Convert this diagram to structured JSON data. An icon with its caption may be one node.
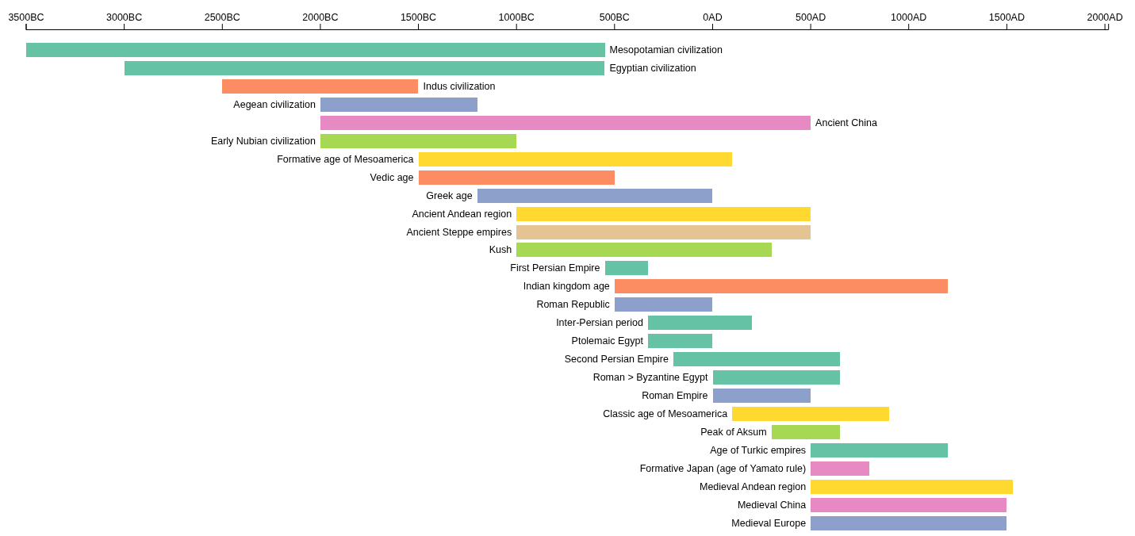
{
  "diagram": {
    "nodes": [
      {
        "text": [],
        "shape": "bar",
        "beside": [
          "Mesopotamian civilization"
        ]
      },
      {
        "text": [],
        "shape": "bar",
        "beside": [
          "Egyptian civilization"
        ]
      },
      {
        "text": [],
        "shape": "bar",
        "beside": [
          "Indus civilization"
        ]
      },
      {
        "text": [],
        "shape": "bar",
        "beside": [
          "Aegean civilization"
        ]
      },
      {
        "text": [],
        "shape": "bar",
        "beside": [
          "Ancient China"
        ]
      },
      {
        "text": [],
        "shape": "bar",
        "beside": [
          "Early Nubian civilization"
        ]
      },
      {
        "text": [],
        "shape": "bar",
        "beside": [
          "Formative age of Mesoamerica"
        ]
      },
      {
        "text": [],
        "shape": "bar",
        "beside": [
          "Vedic age"
        ]
      },
      {
        "text": [],
        "shape": "bar",
        "beside": [
          "Greek age"
        ]
      },
      {
        "text": [],
        "shape": "bar",
        "beside": [
          "Ancient Andean region"
        ]
      },
      {
        "text": [],
        "shape": "bar",
        "beside": [
          "Ancient Steppe empires"
        ]
      },
      {
        "text": [],
        "shape": "bar",
        "beside": [
          "Kush"
        ]
      },
      {
        "text": [],
        "shape": "bar",
        "beside": [
          "First Persian Empire"
        ]
      },
      {
        "text": [],
        "shape": "bar",
        "beside": [
          "Indian kingdom age"
        ]
      },
      {
        "text": [],
        "shape": "bar",
        "beside": [
          "Roman Republic"
        ]
      },
      {
        "text": [],
        "shape": "bar",
        "beside": [
          "Inter-Persian period"
        ]
      },
      {
        "text": [],
        "shape": "bar",
        "beside": [
          "Ptolemaic Egypt"
        ]
      },
      {
        "text": [],
        "shape": "bar",
        "beside": [
          "Second Persian Empire"
        ]
      },
      {
        "text": [],
        "shape": "bar",
        "beside": [
          "Roman > Byzantine Egypt"
        ]
      },
      {
        "text": [],
        "shape": "bar",
        "beside": [
          "Roman Empire"
        ]
      },
      {
        "text": [],
        "shape": "bar",
        "beside": [
          "Classic age of Mesoamerica"
        ]
      },
      {
        "text": [],
        "shape": "bar",
        "beside": [
          "Peak of Aksum"
        ]
      },
      {
        "text": [],
        "shape": "bar",
        "beside": [
          "Age of Turkic empires"
        ]
      },
      {
        "text": [],
        "shape": "bar",
        "beside": [
          "Formative Japan (age of Yamato rule)"
        ]
      },
      {
        "text": [],
        "shape": "bar",
        "beside": [
          "Medieval Andean region"
        ]
      },
      {
        "text": [],
        "shape": "bar",
        "beside": [
          "Medieval China"
        ]
      },
      {
        "text": [],
        "shape": "bar",
        "beside": [
          "Medieval Europe"
        ]
      }
    ],
    "labels": [
      "3500BC",
      "3000BC",
      "2500BC",
      "2000BC",
      "1500BC",
      "1000BC",
      "500BC",
      "0AD",
      "500AD",
      "1000AD",
      "1500AD",
      "2000AD"
    ]
  }
}
